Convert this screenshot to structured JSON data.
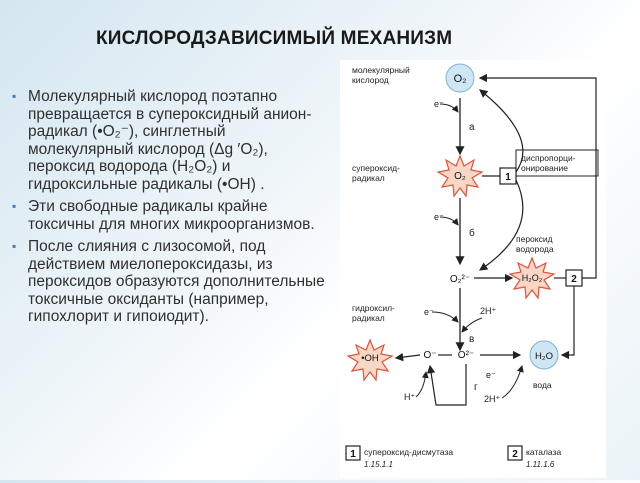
{
  "title": "КИСЛОРОДЗАВИСИМЫЙ МЕХАНИЗМ",
  "paragraphs": [
    "Молекулярный кислород поэтапно превращается в супероксидный анион-радикал (•O₂⁻), синглетный молекулярный кислород (Δg ′O₂), пероксид водорода (H₂O₂) и гидроксильные радикалы (•OH) .",
    "Эти свободные радикалы крайне токсичны для многих микроорганизмов.",
    "После слияния с лизосомой, под действием миелопероксидазы, из пероксидов образуются дополнительные токсичные оксиданты (например, гипохлорит и гипоиодит)."
  ],
  "diagram": {
    "labels": {
      "molecular_oxygen": [
        "молекулярный",
        "кислород"
      ],
      "superoxide_radical": [
        "супероксид-",
        "радикал"
      ],
      "hydrogen_peroxide": [
        "пероксид",
        "водорода"
      ],
      "hydroxyl_radical": [
        "гидроксил-",
        "радикал"
      ],
      "dismutation": [
        "диспропорци-",
        "онирование"
      ],
      "water": "вода"
    },
    "species": {
      "o2": "O₂",
      "o2_star": "O₂",
      "o2_minus2": "O₂²⁻",
      "h2o2": "H₂O₂",
      "oh": "•OH",
      "o_minus": "O⁻",
      "o_minus2": "O²⁻",
      "h2o": "H₂O",
      "h_plus": "H⁺",
      "two_h_plus_1": "2H⁺",
      "two_h_plus_2": "2H⁺"
    },
    "electron": "e⁻",
    "steps": [
      "а",
      "б",
      "в",
      "г"
    ],
    "enzymes": {
      "box1": "1",
      "box2": "2",
      "legend1_name": "супероксид-дисмутаза",
      "legend1_ec": "1.15.1.1",
      "legend2_name": "каталаза",
      "legend2_ec": "1.11.1.6"
    }
  },
  "colors": {
    "bullet": "#3a7dbd",
    "star_fill": "#f9d7c6",
    "star_stroke": "#e0533a",
    "circle_fill": "#cfe6f5",
    "arrow": "#222222",
    "title": "#1a1a1a"
  }
}
